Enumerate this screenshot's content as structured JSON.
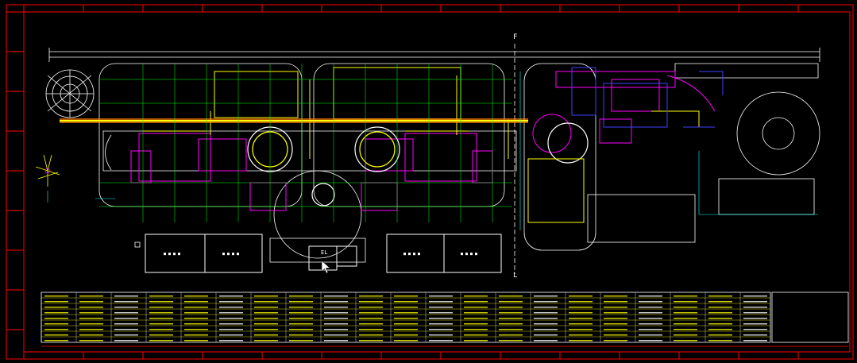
{
  "drawing": {
    "grid_letter_top": "F",
    "grid_letter_bottom": "L",
    "crosshair_label": "EL",
    "room_label_1": "■ ■ ■ ■",
    "room_label_2": "■ ■ ■ ■",
    "room_label_3": "■ ■ ■ ■",
    "room_label_4": "■ ■ ■ ■"
  },
  "colors": {
    "background": "#000000",
    "border": "#ff0000",
    "outline": "#ffffff",
    "equipment": "#ff00ff",
    "pipe": "#ffff00",
    "pipe_glow": "#ff8000",
    "dims": "#00ff00",
    "axis": "#00ffff",
    "duct": "#4040ff"
  },
  "icons": {
    "north_arrow": "compass-icon",
    "cursor": "mouse-pointer-icon"
  }
}
